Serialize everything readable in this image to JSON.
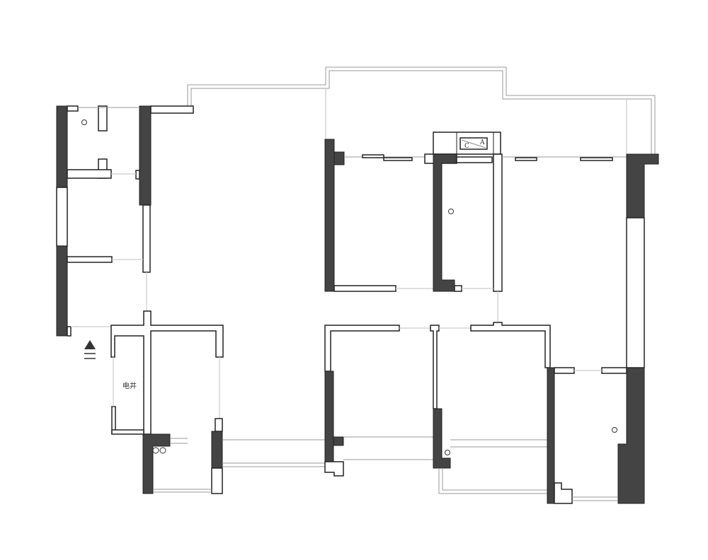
{
  "plan": {
    "electrical_shaft_label": "电井",
    "kitchen_box_labels": {
      "left": "C",
      "right": "A"
    },
    "colors": {
      "structural_wall": "#444444",
      "partition_wall": "#ffffff",
      "window": "#999999"
    }
  }
}
